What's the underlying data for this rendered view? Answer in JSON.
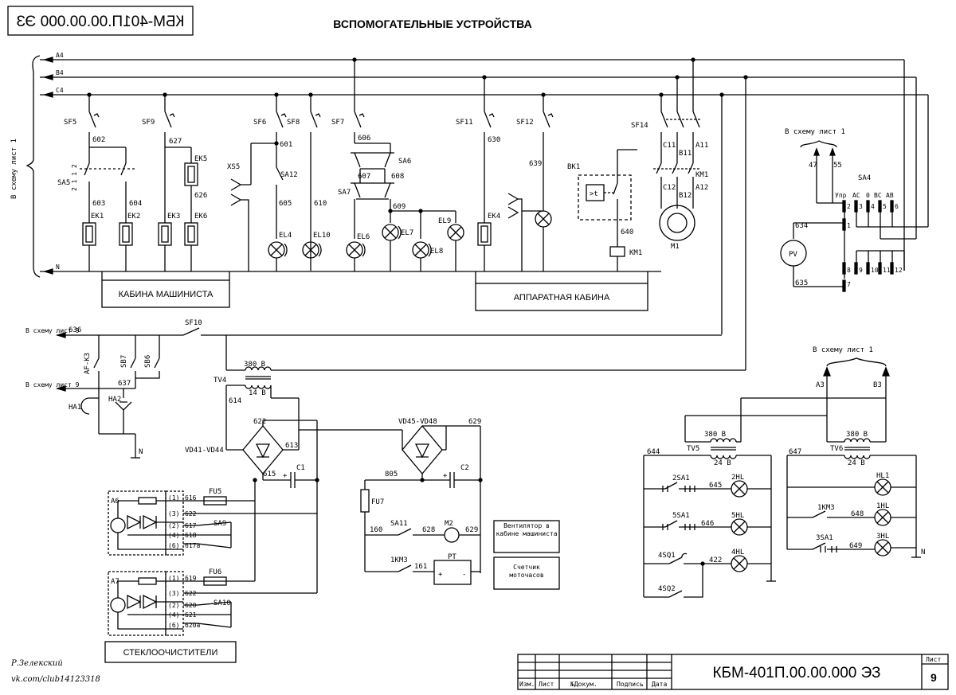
{
  "title": "ВСПОМОГАТЕЛЬНЫЕ УСТРОЙСТВА",
  "doc_code": "КБМ-401П.00.00.000 ЭЗ",
  "mirrored_code": "КБМ-401П.00.00.000 ЭЗ",
  "author": {
    "name": "Р.Зелекский",
    "link": "vk.com/club14123318"
  },
  "title_block": {
    "cols": [
      "Изм.",
      "Лист",
      "№Докум.",
      "Подпись",
      "Дата"
    ],
    "sheet_label": "Лист",
    "sheet_no": "9"
  },
  "buses": [
    "A4",
    "B4",
    "C4",
    "N"
  ],
  "refs": {
    "sheet1_v": "В схему лист 1",
    "sheet1_a": "В схему лист 1",
    "sheet1_b": "В схему лист 1",
    "sheet9_a": "В схему лист 9",
    "sheet9_b": "В схему лист 9"
  },
  "boxes": {
    "cab": "КАБИНА МАШИНИСТА",
    "app": "АППАРАТНАЯ КАБИНА",
    "wiper": "СТЕКЛООЧИСТИТЕЛИ",
    "vent": "Вентилятор в кабине машиниста",
    "counter": "Счетчик моточасов"
  },
  "labels": {
    "sf5": "SF5",
    "sf9": "SF9",
    "sf6": "SF6",
    "sf8": "SF8",
    "sf7": "SF7",
    "sf11": "SF11",
    "sf12": "SF12",
    "sf14": "SF14",
    "w602": "602",
    "w603": "603",
    "w604": "604",
    "w627": "627",
    "w626": "626",
    "w601": "601",
    "w605": "605",
    "w610": "610",
    "w606": "606",
    "w607": "607",
    "w608": "608",
    "w609": "609",
    "w630": "630",
    "w639": "639",
    "w640": "640",
    "sa5": "SA5",
    "sa5n": "2 1 1 2",
    "ek1": "EK1",
    "ek2": "EK2",
    "ek3": "EK3",
    "ek5": "EK5",
    "ek6": "EK6",
    "ek4": "EK4",
    "xs5": "XS5",
    "sa12": "SA12",
    "sa6": "SA6",
    "sa7": "SA7",
    "el4": "EL4",
    "el10": "EL10",
    "el6": "EL6",
    "el7": "EL7",
    "el8": "EL8",
    "el9": "EL9",
    "bk1": "BK1",
    "bkt": ">t",
    "km1coil": "KM1",
    "m1": "M1",
    "c11": "C11",
    "b11": "B11",
    "a11": "A11",
    "km1c": "KM1",
    "c12": "C12",
    "b12": "B12",
    "a12": "A12",
    "w47": "47",
    "w55": "55",
    "sa4": "SA4",
    "sa4h": [
      "Упр",
      "АС",
      "0",
      "ВС",
      "АВ"
    ],
    "sa4top": [
      "1",
      "2",
      "3",
      "4",
      "5",
      "6"
    ],
    "sa4bot": [
      "8",
      "9",
      "10",
      "11",
      "12"
    ],
    "w634": "634",
    "w635": "635",
    "pv": "PV",
    "n7": "7",
    "w636": "636",
    "w637": "637",
    "sf10": "SF10",
    "afk3": "AF-K3",
    "sb7": "SB7",
    "sb6": "SB6",
    "ha1": "HA1",
    "ha2": "HA2",
    "nlow": "N",
    "v380": "380 В",
    "v14": "14 В",
    "tv4": "TV4",
    "w614": "614",
    "w622": "622",
    "w613": "613",
    "w615": "615",
    "vd41": "VD41-VD44",
    "c1": "C1",
    "vd45": "VD45-VD48",
    "w629": "629",
    "w805": "805",
    "c2": "C2",
    "fu7": "FU7",
    "w160": "160",
    "sa11": "SA11",
    "w628": "628",
    "m2": "M2",
    "w629b": "629",
    "km3": "1KM3",
    "w161": "161",
    "pt": "PT",
    "a3": "A3",
    "b3": "B3",
    "tv5v": "380 В",
    "tv5": "TV5",
    "tv5s": "24 В",
    "tv6v": "380 В",
    "tv6": "TV6",
    "tv6s": "24 В",
    "w644": "644",
    "w647": "647",
    "sa2_1": "2SA1",
    "w645": "645",
    "hl2": "2HL",
    "sa5_1": "5SA1",
    "w646": "646",
    "hl5": "5HL",
    "sq1": "4SQ1",
    "w422": "422",
    "hl4": "4HL",
    "sq2": "4SQ2",
    "hl1": "HL1",
    "km3b": "1KM3",
    "w648": "648",
    "hl1b": "1HL",
    "sa3_1": "3SA1",
    "w649": "649",
    "hl3": "3HL",
    "a6": "A6",
    "a7": "A7",
    "fu5": "FU5",
    "fu6": "FU6",
    "sa9": "SA9",
    "sa10": "SA10",
    "a6p": [
      "(1)",
      "(3)",
      "(2)",
      "(4)",
      "(6)"
    ],
    "a6w": [
      "616",
      "622",
      "617",
      "618",
      "617а"
    ],
    "a7p": [
      "(1)",
      "(3)",
      "(2)",
      "(4)",
      "(6)"
    ],
    "a7w": [
      "619",
      "622",
      "620",
      "621",
      "620а"
    ],
    "plus": "+",
    "minus": "-"
  }
}
